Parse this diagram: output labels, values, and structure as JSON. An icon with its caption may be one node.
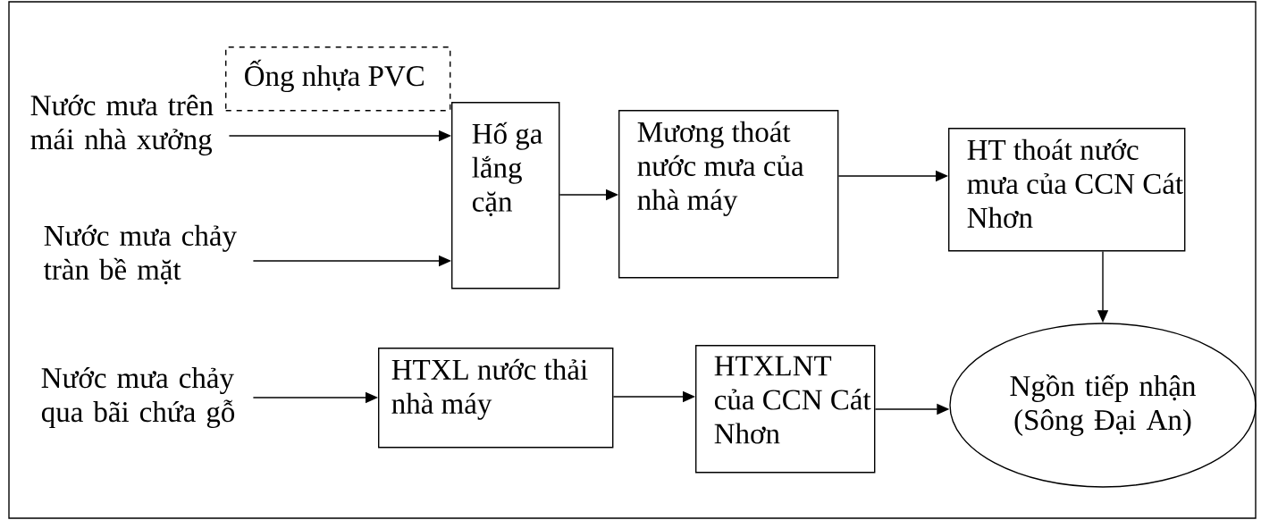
{
  "diagram": {
    "nodes": [
      {
        "text": [
          "Nước mưa trên mái nhà xưởng"
        ]
      },
      {
        "text": [
          "Nước mưa chảy tràn bề mặt"
        ]
      },
      {
        "text": [
          "Nước mưa chảy qua bãi chứa gỗ"
        ]
      },
      {
        "text": [
          "Ống nhựa PVC"
        ]
      },
      {
        "text": [
          "Hố ga lắng cặn"
        ]
      },
      {
        "text": [
          "Mương thoát nước mưa của nhà máy"
        ]
      },
      {
        "text": [
          "HT thoát nước mưa của CCN Cát Nhơn"
        ]
      },
      {
        "text": [
          "HTXL nước thải nhà máy"
        ]
      },
      {
        "text": [
          "HTXLNT của CCN Cát Nhơn"
        ]
      },
      {
        "text": [
          "Ngồn tiếp nhận (Sông Đại An)"
        ]
      }
    ],
    "edges": [
      {
        "from": 0,
        "to": 4,
        "arrow": "to"
      },
      {
        "from": 1,
        "to": 4,
        "arrow": "to"
      },
      {
        "from": 4,
        "to": 5,
        "arrow": "to"
      },
      {
        "from": 5,
        "to": 6,
        "arrow": "to"
      },
      {
        "from": 6,
        "to": 9,
        "arrow": "to"
      },
      {
        "from": 2,
        "to": 7,
        "arrow": "to"
      },
      {
        "from": 7,
        "to": 8,
        "arrow": "to"
      },
      {
        "from": 8,
        "to": 9,
        "arrow": "to"
      }
    ]
  }
}
